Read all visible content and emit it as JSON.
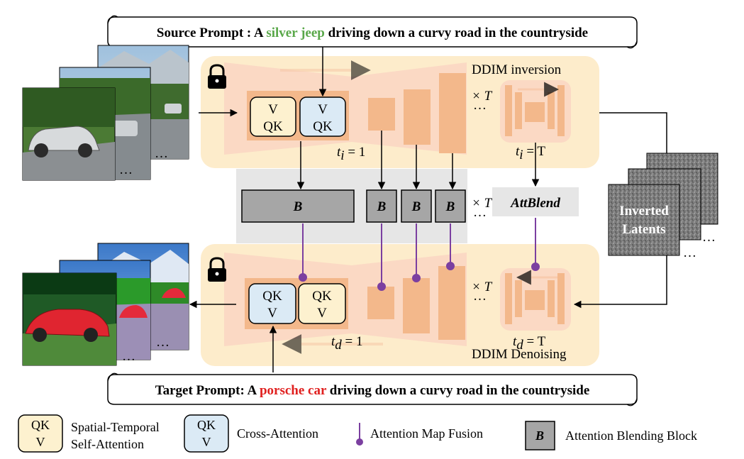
{
  "source_prompt": {
    "prefix": "Source Prompt : A ",
    "highlight": "silver jeep",
    "suffix": " driving down a curvy road in the countryside",
    "highlight_color": "#5aa84a"
  },
  "target_prompt": {
    "prefix": "Target Prompt: A ",
    "highlight": "porsche car",
    "suffix": " driving down a curvy road in the countryside",
    "highlight_color": "#e0201f"
  },
  "inversion": {
    "title": "DDIM inversion",
    "self_attn": {
      "line1": "V",
      "line2": "QK"
    },
    "cross_attn": {
      "line1": "V",
      "line2": "QK"
    },
    "t_first_var": "t",
    "t_first_sub": "i",
    "t_first_val": " = 1",
    "t_last_var": "t",
    "t_last_sub": "i",
    "t_last_val": " = T",
    "times": "× T",
    "ellipsis": "…"
  },
  "denoising": {
    "title": "DDIM Denoising",
    "cross_attn": {
      "line1": "QK",
      "line2": "V"
    },
    "self_attn": {
      "line1": "QK",
      "line2": "V"
    },
    "t_first_var": "t",
    "t_first_sub": "d",
    "t_first_val": " = 1",
    "t_last_var": "t",
    "t_last_sub": "d",
    "t_last_val": " = T",
    "times": "× T",
    "ellipsis": "…"
  },
  "blend": {
    "block_label": "B",
    "times": "× T",
    "ellipsis": "…",
    "attblend_label": "AttBlend"
  },
  "latents": {
    "line1": "Inverted",
    "line2": "Latents",
    "ellipsis": "…"
  },
  "frames": {
    "ellipsis": "…"
  },
  "legend": {
    "self_attn_box": {
      "line1": "QK",
      "line2": "V"
    },
    "self_attn_label_1": "Spatial-Temporal",
    "self_attn_label_2": "Self-Attention",
    "cross_attn_box": {
      "line1": "QK",
      "line2": "V"
    },
    "cross_attn_label": "Cross-Attention",
    "fusion_label": "Attention Map Fusion",
    "blend_box": "B",
    "blend_label": "Attention Blending Block"
  },
  "colors": {
    "panel": "#fdeccb",
    "unet_light": "#fbd9c4",
    "unet": "#f3b88b",
    "self_attn_fill": "#fdf1cf",
    "cross_attn_fill": "#dbeaf5",
    "blend_fill": "#a6a6a6",
    "gray_band": "#e6e6e6",
    "fusion": "#7b3fa0"
  }
}
